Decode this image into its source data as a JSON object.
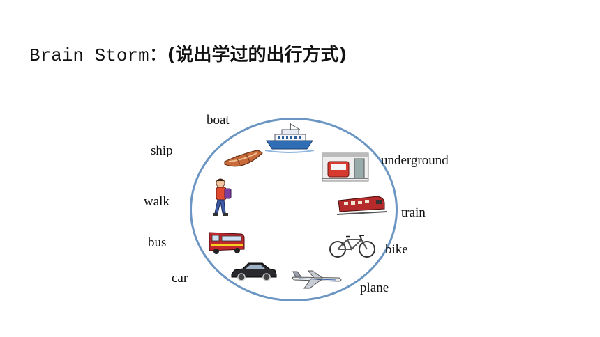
{
  "title": {
    "english": "Brain Storm",
    "separator": "：",
    "chinese": "(说出学过的出行方式)"
  },
  "words": {
    "boat": "boat",
    "ship": "ship",
    "underground": "underground",
    "walk": "walk",
    "train": "train",
    "bus": "bus",
    "bike": "bike",
    "car": "car",
    "plane": "plane"
  },
  "colors": {
    "circle": "#6b95c2",
    "bus_body": "#c0282e",
    "train_body": "#b52a2a",
    "boat_wood": "#c86a3a"
  },
  "icons": [
    "ship-icon",
    "boat-icon",
    "underground-icon",
    "walking-boy-icon",
    "train-icon",
    "bus-icon",
    "bicycle-icon",
    "car-icon",
    "airplane-icon"
  ]
}
